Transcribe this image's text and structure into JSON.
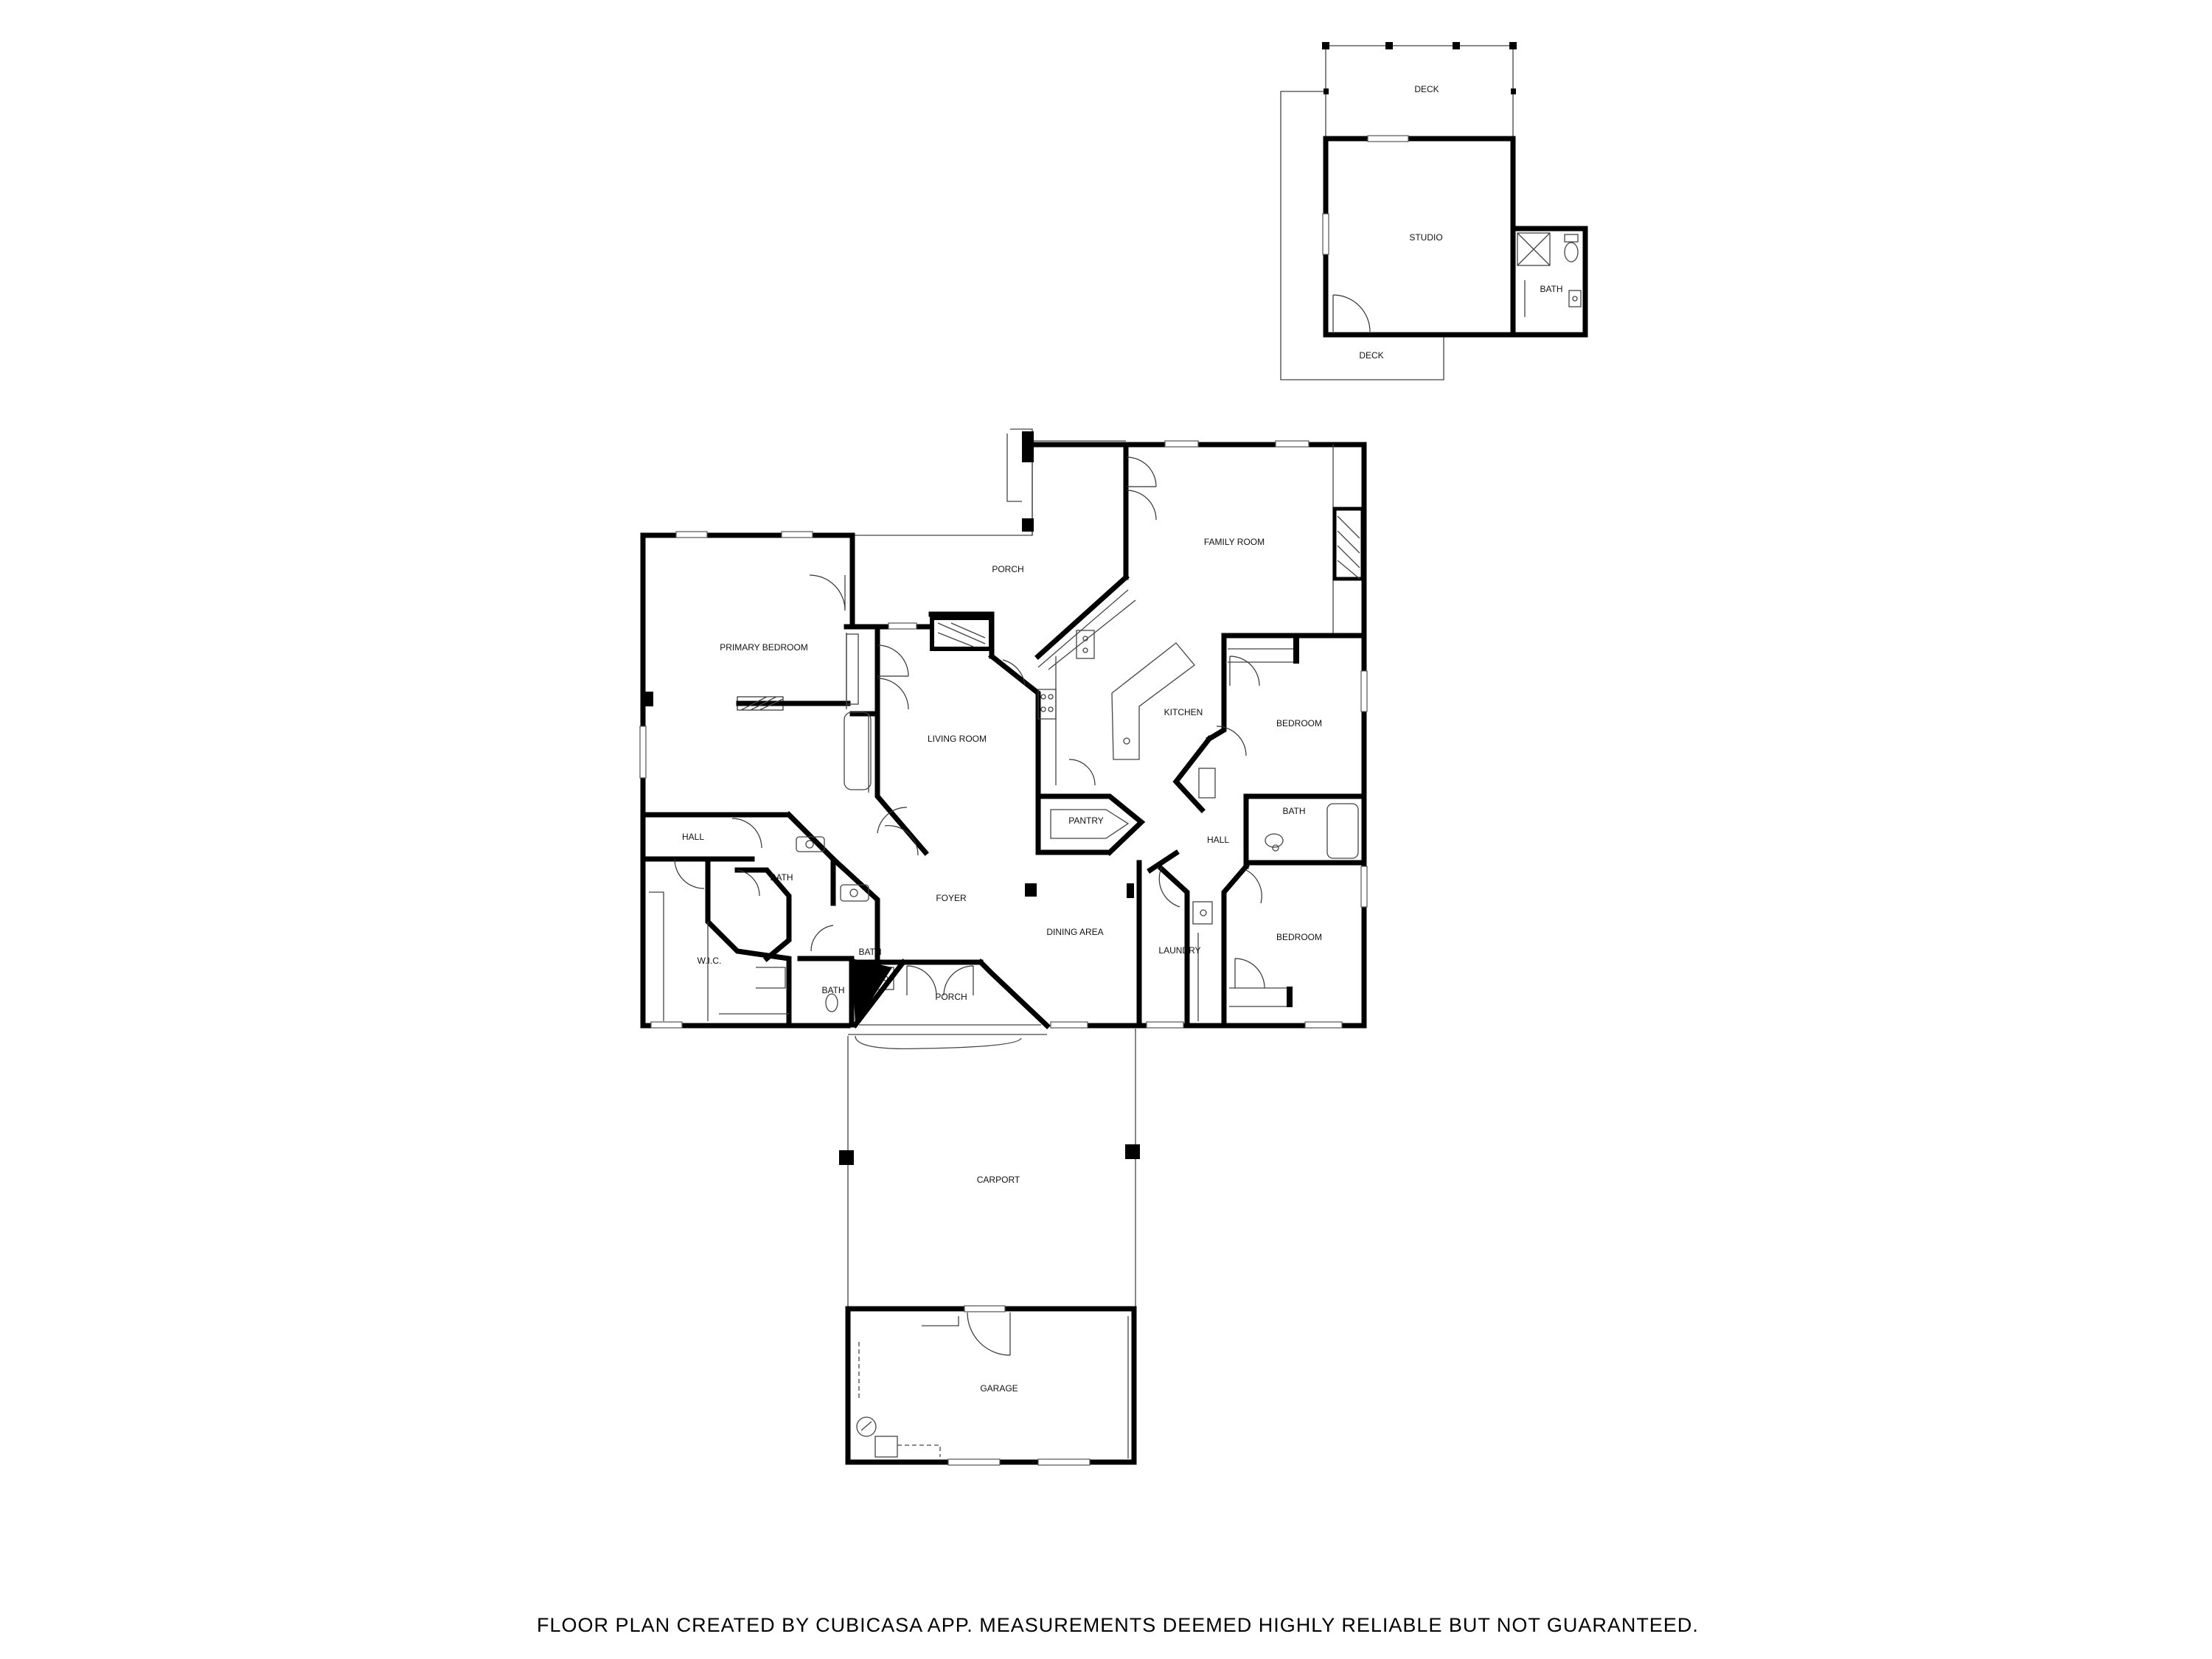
{
  "rooms": {
    "deck_top": "DECK",
    "studio": "STUDIO",
    "studio_bath": "BATH",
    "deck_bottom": "DECK",
    "porch_back": "PORCH",
    "family_room": "FAMILY ROOM",
    "primary_bedroom": "PRIMARY BEDROOM",
    "living_room": "LIVING ROOM",
    "kitchen": "KITCHEN",
    "bedroom_upper": "BEDROOM",
    "pantry": "PANTRY",
    "hall_left": "HALL",
    "bath_primary": "BATH",
    "bath_right": "BATH",
    "hall_right": "HALL",
    "foyer": "FOYER",
    "dining_area": "DINING AREA",
    "wic": "W.I.C.",
    "bath_small": "BATH",
    "laundry": "LAUNDRY",
    "bedroom_lower": "BEDROOM",
    "bath_lower": "BATH",
    "porch_front": "PORCH",
    "carport": "CARPORT",
    "garage": "GARAGE"
  },
  "footer": "FLOOR PLAN CREATED BY CUBICASA APP. MEASUREMENTS DEEMED HIGHLY RELIABLE BUT NOT GUARANTEED.",
  "colors": {
    "walls": "#000000",
    "background": "#ffffff",
    "fixtures": "#444444"
  }
}
